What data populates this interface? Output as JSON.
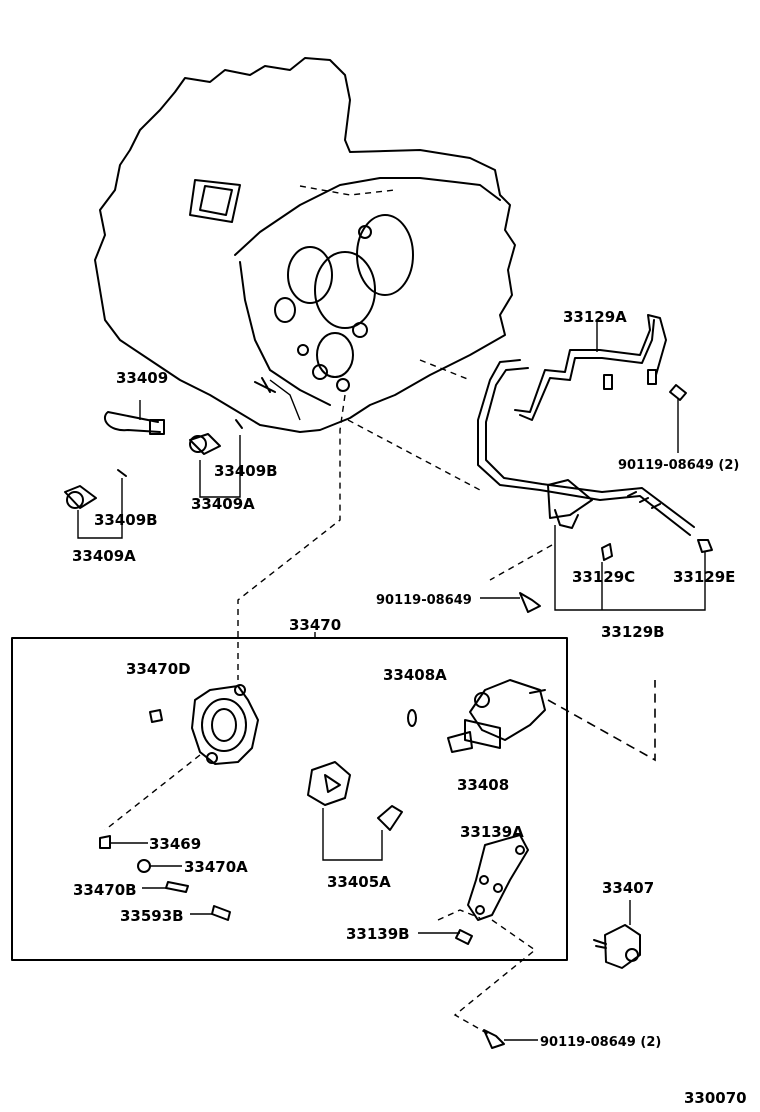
{
  "diagram_id": "330070",
  "labels": {
    "p33409": "33409",
    "p33409B_1": "33409B",
    "p33409A_1": "33409A",
    "p33409B_2": "33409B",
    "p33409A_2": "33409A",
    "p33129A": "33129A",
    "p90119_top": "90119-08649 (2)",
    "p90119_mid": "90119-08649",
    "p33129C": "33129C",
    "p33129E": "33129E",
    "p33129B": "33129B",
    "p33470": "33470",
    "p33470D": "33470D",
    "p33408A": "33408A",
    "p33408": "33408",
    "p33469": "33469",
    "p33470A": "33470A",
    "p33470B": "33470B",
    "p33593B": "33593B",
    "p33405A": "33405A",
    "p33139A": "33139A",
    "p33139B": "33139B",
    "p33407": "33407",
    "p90119_bot": "90119-08649 (2)"
  }
}
